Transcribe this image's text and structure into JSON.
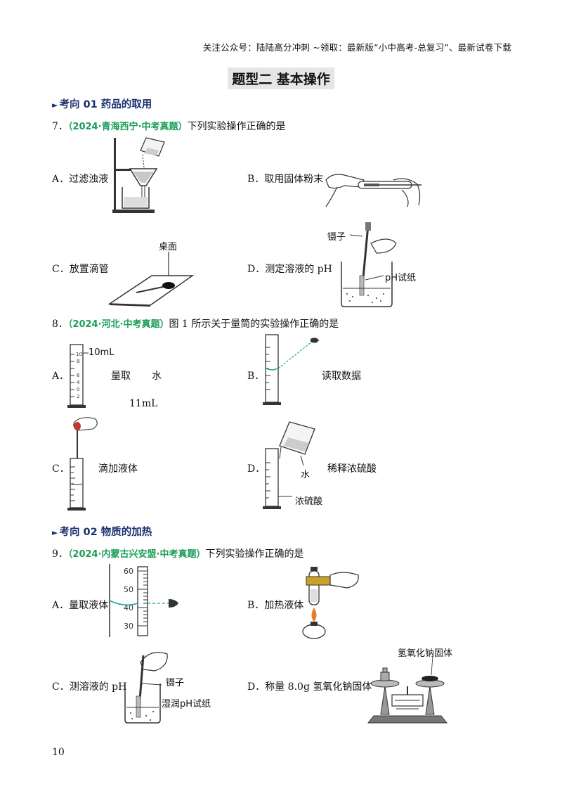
{
  "header_note": "关注公众号：陆陆高分冲刺 ~领取：最新版“小中高考-总复习”、最新试卷下载",
  "title": "题型二  基本操作",
  "sections": [
    {
      "label": "考向 01 药品的取用"
    },
    {
      "label": "考向 02  物质的加热"
    }
  ],
  "questions": [
    {
      "num": "7．",
      "source": "（2024·青海西宁·中考真题）",
      "stem": "下列实验操作正确的是",
      "options": [
        {
          "letter": "A．",
          "text": "过滤浊液"
        },
        {
          "letter": "B．",
          "text": "取用固体粉末"
        },
        {
          "letter": "C．",
          "text": "放置滴管"
        },
        {
          "letter": "D．",
          "text": "测定溶液的 pH"
        }
      ],
      "labels": {
        "desk": "桌面",
        "tweezers": "镊子",
        "ph_paper": "pH试纸"
      }
    },
    {
      "num": "8．",
      "source": "（2024·河北·中考真题）",
      "stem": "图 1 所示关于量筒的实验操作正确的是",
      "options": [
        {
          "letter": "A．",
          "text1": "量取",
          "text2": "水",
          "text3": "11mL"
        },
        {
          "letter": "B．",
          "text": "读取数据"
        },
        {
          "letter": "C．",
          "text": "滴加液体"
        },
        {
          "letter": "D．",
          "text": "稀释浓硫酸"
        }
      ],
      "labels": {
        "ten_ml": "10mL",
        "water": "水",
        "conc_acid": "浓硫酸",
        "ticks": [
          "10",
          "8",
          "6",
          "4",
          "0",
          "2"
        ]
      }
    },
    {
      "num": "9．",
      "source": "（2024·内蒙古兴安盟·中考真题）",
      "stem": "下列实验操作正确的是",
      "options": [
        {
          "letter": "A．",
          "text": "量取液体"
        },
        {
          "letter": "B．",
          "text": "加热液体"
        },
        {
          "letter": "C．",
          "text": "测溶液的 pH"
        },
        {
          "letter": "D．",
          "text": "称量 8.0g 氢氧化钠固体"
        }
      ],
      "labels": {
        "scale": [
          "60",
          "50",
          "40",
          "30"
        ],
        "tweezers": "镊子",
        "wet_ph": "湿润pH试纸",
        "naoh": "氢氧化钠固体"
      }
    }
  ],
  "page_number": "10"
}
